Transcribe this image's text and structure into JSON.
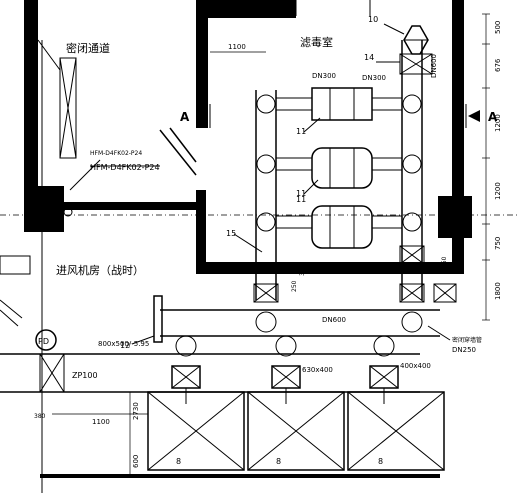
{
  "rooms": {
    "corridor": "密闭通道",
    "filter_room": "滤毒室",
    "fan_room": "进风机房（战时）"
  },
  "equipment": {
    "door_label": "PD",
    "damper_spec": "800x500/-5.95",
    "zp_label": "ZP100",
    "fan_size_left": "630x400",
    "fan_size_right": "400x400",
    "tag_note_line1": "密闭穿墙管",
    "tag_note_line2": "DN250",
    "door_code": "HFM-D4FK02-P24",
    "pipe_dn300_a": "DN300",
    "pipe_dn300_b": "DN300",
    "pipe_dn600_main": "DN600",
    "pipe_dn600_vert": "DN600",
    "section_mark_left": "A",
    "section_mark_right": "A"
  },
  "callouts": {
    "c10": "10",
    "c14": "14",
    "c11a": "11",
    "c11b": "11",
    "c11c": "11",
    "c15": "15",
    "c12": "12",
    "c8a": "8",
    "c8b": "8",
    "c8c": "8"
  },
  "dimensions": {
    "d1100_top": "1100",
    "d1100_bottom": "1100",
    "d380": "380",
    "d2730": "2730",
    "d600_left": "600",
    "r500": "500",
    "r676": "676",
    "r1200a": "1200",
    "r1200b": "1200",
    "r750": "750",
    "r1800": "1800",
    "v_small_a": "250",
    "v_small_b": "250",
    "v_small_c": "300"
  }
}
